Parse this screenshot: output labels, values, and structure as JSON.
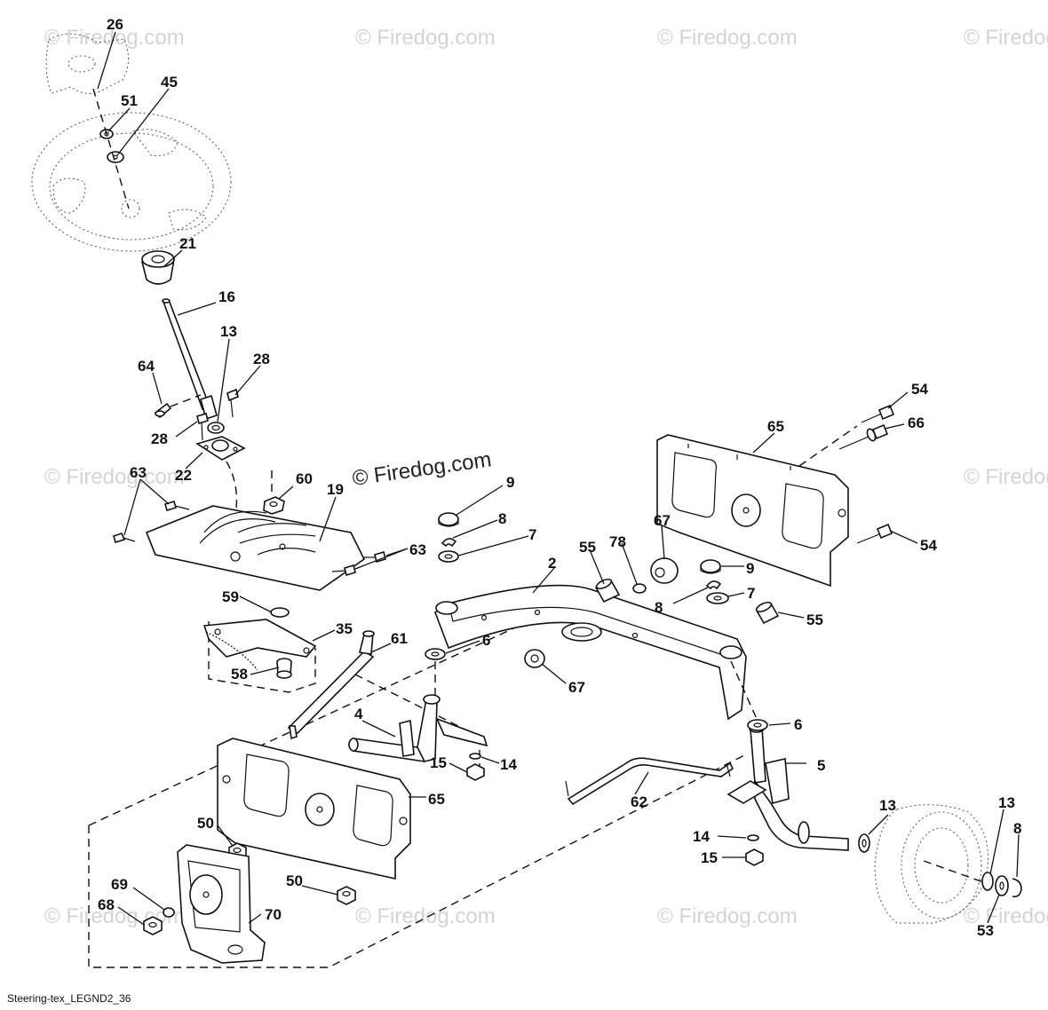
{
  "caption": "Steering-tex_LEGND2_36",
  "watermark_center": "© Firedog.com",
  "watermark": "© Firedog.com",
  "callouts": [
    "26",
    "45",
    "51",
    "21",
    "16",
    "13",
    "28",
    "64",
    "28",
    "22",
    "63",
    "60",
    "19",
    "63",
    "59",
    "35",
    "58",
    "61",
    "9",
    "8",
    "7",
    "2",
    "55",
    "78",
    "67",
    "65",
    "54",
    "66",
    "54",
    "9",
    "8",
    "7",
    "55",
    "6",
    "67",
    "4",
    "15",
    "14",
    "65",
    "50",
    "50",
    "69",
    "68",
    "70",
    "62",
    "6",
    "5",
    "14",
    "15",
    "13",
    "13",
    "8",
    "53"
  ]
}
